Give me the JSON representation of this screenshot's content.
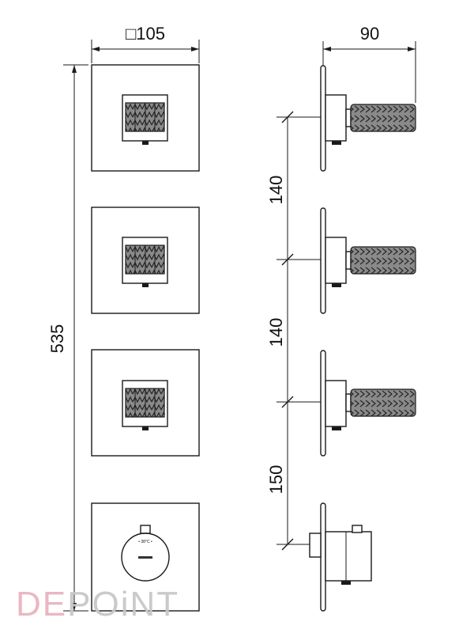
{
  "dimensions": {
    "plate_width": "□105",
    "depth": "90",
    "total_height": "535",
    "spacing_1": "140",
    "spacing_2": "140",
    "spacing_3": "150"
  },
  "thermostat": {
    "scale_label": "• 38°C •"
  },
  "watermark": {
    "text": "DEPOiNT",
    "accent_color": "#e8b4bf",
    "gray_color": "#c8c8c8"
  },
  "colors": {
    "line": "#1a1a1a",
    "knurl": "#8a8a8a"
  }
}
